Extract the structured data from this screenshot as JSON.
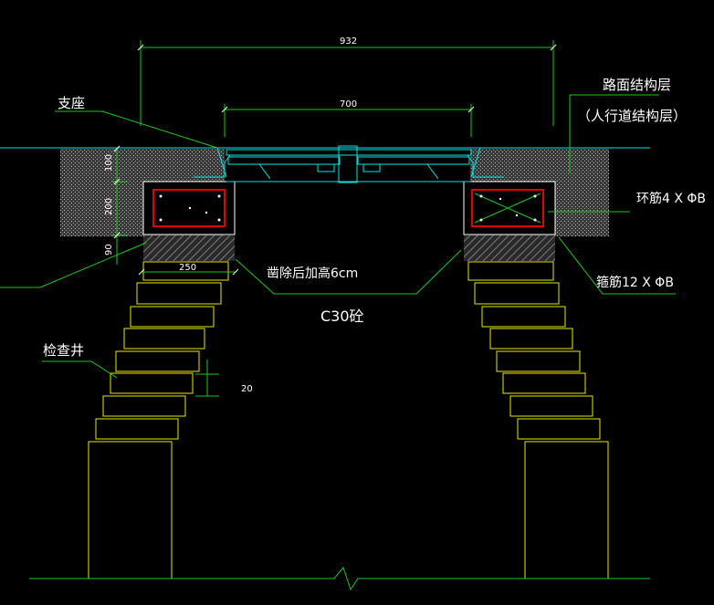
{
  "drawing": {
    "colors": {
      "background": "#000000",
      "dimension_line": "#19c919",
      "leader_line": "#19c919",
      "cad_line": "#00e5e5",
      "hatch_fill": "#7a7a7a",
      "block_outline": "#e8e800",
      "rebar": "#e00000",
      "rebar_marks": "#19c919",
      "text": "#ffffff"
    },
    "dimensions": {
      "overall_width": "932",
      "cover_width": "700",
      "top_layer": "100",
      "ring_beam": "200",
      "cushion": "90",
      "block_width": "250",
      "step": "20"
    },
    "labels": {
      "support": "支座",
      "pavement_layer": "路面结构层",
      "sidewalk_layer": "（人行道结构层）",
      "ring_rebar": "环筋4 X ΦB",
      "stirrup": "箍筋12 X ΦB",
      "clear_height": "凿除后加高6cm",
      "concrete_grade": "C30砼",
      "inspection_well": "检查井"
    },
    "icons": [
      "break-line-icon"
    ]
  }
}
